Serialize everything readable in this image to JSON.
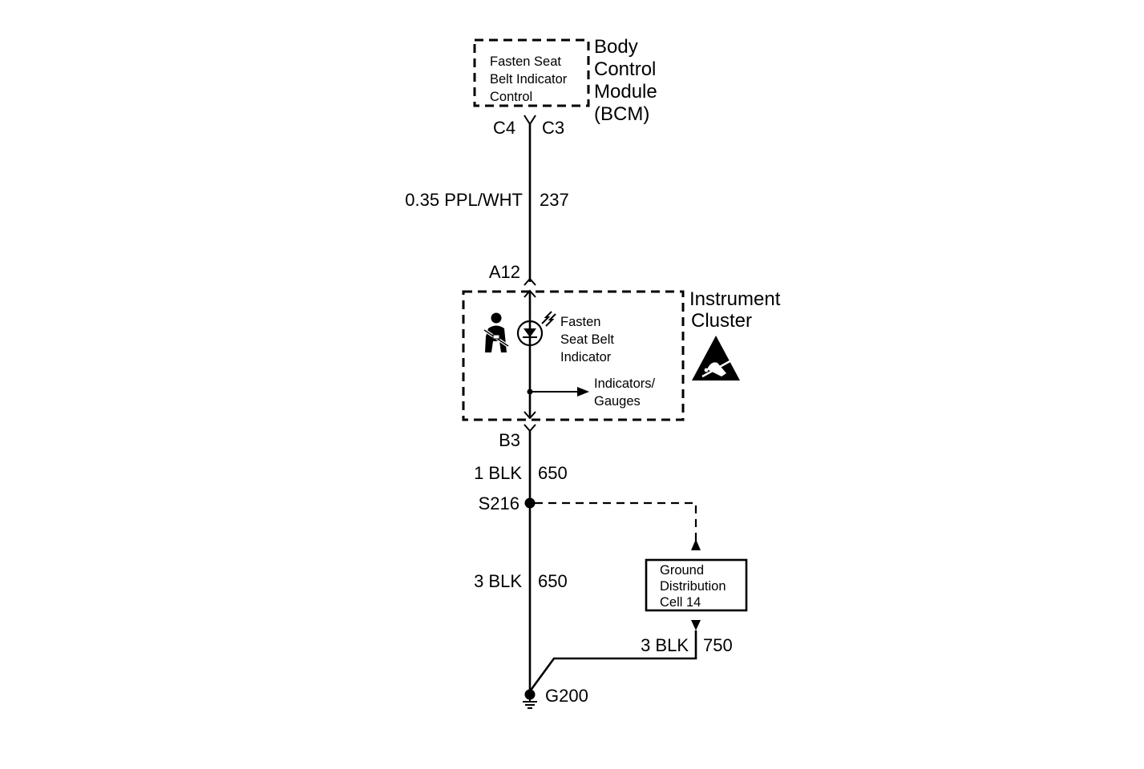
{
  "bcm": {
    "name_lines": [
      "Body",
      "Control",
      "Module",
      "(BCM)"
    ],
    "function_lines": [
      "Fasten Seat",
      "Belt Indicator",
      "Control"
    ],
    "pin_left": "C4",
    "pin_right": "C3"
  },
  "wire_top": {
    "gauge_color": "0.35 PPL/WHT",
    "circuit": "237"
  },
  "cluster": {
    "pin_top": "A12",
    "pin_bottom": "B3",
    "name_lines": [
      "Instrument",
      "Cluster"
    ],
    "lamp_lines": [
      "Fasten",
      "Seat Belt",
      "Indicator"
    ],
    "output_lines": [
      "Indicators/",
      "Gauges"
    ],
    "icons": [
      "seat-belt-icon",
      "lamp-icon",
      "esd-warning-icon"
    ]
  },
  "wire_mid": {
    "gauge_color": "1 BLK",
    "circuit": "650"
  },
  "splice": {
    "name": "S216"
  },
  "wire_low": {
    "gauge_color": "3 BLK",
    "circuit": "650"
  },
  "ground_cell": {
    "lines": [
      "Ground",
      "Distribution",
      "Cell 14"
    ]
  },
  "wire_ground": {
    "gauge_color": "3 BLK",
    "circuit": "750"
  },
  "ground": {
    "name": "G200"
  }
}
